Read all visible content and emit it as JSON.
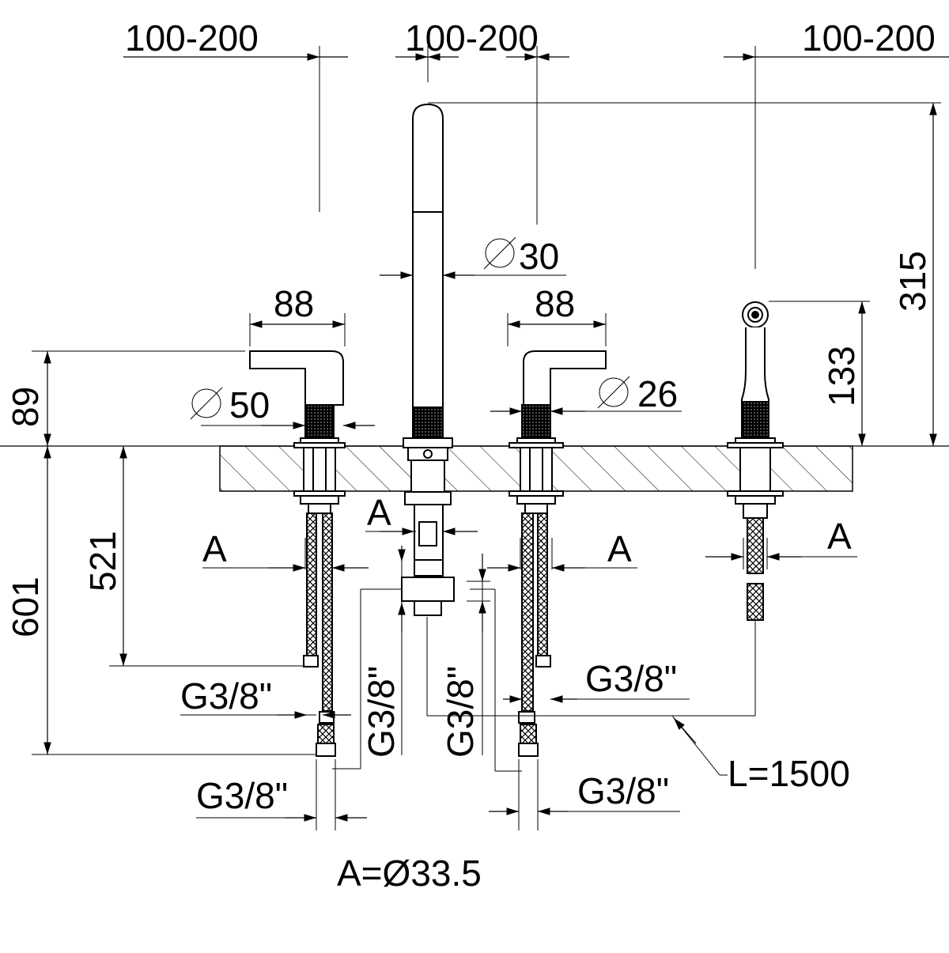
{
  "dimensions": {
    "spacing_left": "100-200",
    "spacing_center": "100-200",
    "spacing_right": "100-200",
    "spout_diameter": "30",
    "handle_width_left": "88",
    "handle_width_right": "88",
    "handle_height": "89",
    "handle_base_diameter": "50",
    "handle_right_diameter": "26",
    "spout_height": "315",
    "shower_height": "133",
    "below_deck_total": "601",
    "below_deck_valve": "521",
    "hole_label_left": "A",
    "hole_label_spout": "A",
    "hole_label_right": "A",
    "hole_label_shower": "A",
    "thread_left_upper": "G3/8\"",
    "thread_left_lower": "G3/8\"",
    "thread_center_left": "G3/8\"",
    "thread_center_right": "G3/8\"",
    "thread_right_upper": "G3/8\"",
    "thread_right_lower": "G3/8\"",
    "hose_length": "L=1500",
    "hole_diameter_note": "A=Ø33.5"
  },
  "colors": {
    "line": "#000000",
    "hatch": "#000000",
    "background": "#ffffff"
  }
}
